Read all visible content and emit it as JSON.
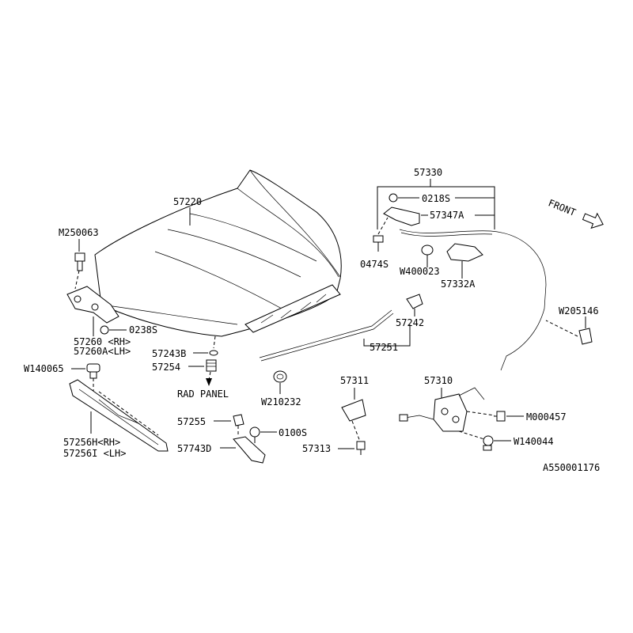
{
  "labels": {
    "p57220": "57220",
    "pM250063": "M250063",
    "p0238S": "0238S",
    "p57260": "57260 <RH>",
    "p57260A": "57260A<LH>",
    "p57243B": "57243B",
    "p57254": "57254",
    "radPanel": "RAD PANEL",
    "pW140065": "W140065",
    "p57256H": "57256H<RH>",
    "p57256I": "57256I <LH>",
    "p57330": "57330",
    "p0218S": "0218S",
    "p57347A": "57347A",
    "p0474S": "0474S",
    "pW400023": "W400023",
    "p57332A": "57332A",
    "front": "FRONT",
    "pW205146": "W205146",
    "p57242": "57242",
    "p57251": "57251",
    "pW210232": "W210232",
    "p57311": "57311",
    "p57313": "57313",
    "p57310": "57310",
    "pM000457": "M000457",
    "pW140044": "W140044",
    "p57255": "57255",
    "p0100S": "0100S",
    "p57743D": "57743D",
    "diagramId": "A550001176"
  }
}
